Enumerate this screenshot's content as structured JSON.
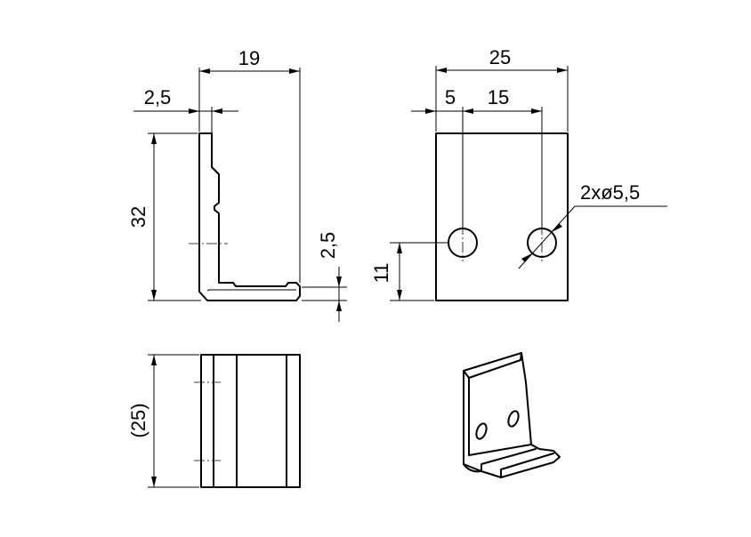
{
  "side_view": {
    "width_dim": "19",
    "thickness_dim": "2,5",
    "height_dim": "32",
    "base_thickness_dim": "2,5"
  },
  "front_view": {
    "width_dim": "25",
    "hole_offset_dim": "5",
    "hole_spacing_dim": "15",
    "hole_callout": "2xø5,5",
    "hole_height_dim": "11"
  },
  "bottom_view": {
    "depth_dim": "(25)"
  },
  "iso_view": {}
}
